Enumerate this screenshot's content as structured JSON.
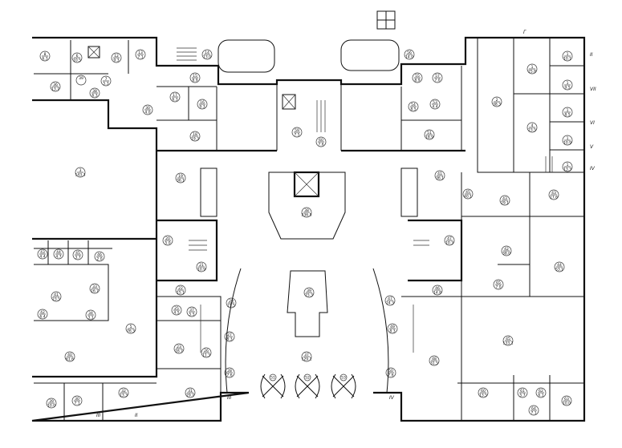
{
  "plan": {
    "axis_labels": [
      "II",
      "VII",
      "VI",
      "V",
      "IV",
      "III",
      "II",
      "Г",
      "III",
      "IV"
    ],
    "doors": [
      "51",
      "52",
      "53"
    ],
    "rooms": [
      {
        "num": "8",
        "area": "6.3"
      },
      {
        "num": "6",
        "area": "10.5"
      },
      {
        "num": "12",
        "area": "9.3"
      },
      {
        "num": "13",
        "area": "7.1"
      },
      {
        "num": "36",
        "area": "13.7"
      },
      {
        "num": "39",
        "area": ""
      },
      {
        "num": "7",
        "area": "5.3"
      },
      {
        "num": "38",
        "area": "6.3"
      },
      {
        "num": "3",
        "area": "143.3"
      },
      {
        "num": "14",
        "area": "13.0"
      },
      {
        "num": "15",
        "area": "8.9"
      },
      {
        "num": "17",
        "area": "6.3"
      },
      {
        "num": "16",
        "area": "9.3"
      },
      {
        "num": "18",
        "area": "19.3"
      },
      {
        "num": "30",
        "area": "4.0"
      },
      {
        "num": "19",
        "area": "36.1"
      },
      {
        "num": "59",
        "area": "7.5"
      },
      {
        "num": "60",
        "area": "7.6"
      },
      {
        "num": "38",
        "area": "236.5"
      },
      {
        "num": "39",
        "area": "15.3"
      },
      {
        "num": "37",
        "area": "129.1"
      },
      {
        "num": "56",
        "area": "14.0"
      },
      {
        "num": "55",
        "area": "8.9"
      },
      {
        "num": "57",
        "area": "7.0"
      },
      {
        "num": "54",
        "area": "8.5"
      },
      {
        "num": "53",
        "area": "4.4"
      },
      {
        "num": "51",
        "area": "18.9"
      },
      {
        "num": "41",
        "area": "36.1"
      },
      {
        "num": "45",
        "area": "40.1"
      },
      {
        "num": "2",
        "area": "38.3"
      },
      {
        "num": "1",
        "area": "25.8"
      },
      {
        "num": "1",
        "area": "10.1"
      },
      {
        "num": "1",
        "area": "9.5"
      },
      {
        "num": "1",
        "area": "8.5"
      },
      {
        "num": "1",
        "area": "10.9"
      },
      {
        "num": "1",
        "area": "13.3"
      },
      {
        "num": "4",
        "area": "23.5"
      },
      {
        "num": "43",
        "area": "29.1"
      },
      {
        "num": "43",
        "area": "17.6"
      },
      {
        "num": "42",
        "area": "38.0"
      },
      {
        "num": "44",
        "area": "53.1"
      },
      {
        "num": "65",
        "area": "7.0"
      },
      {
        "num": "46",
        "area": "14.8"
      },
      {
        "num": "47",
        "area": "10.3"
      },
      {
        "num": "45",
        "area": "133.1"
      },
      {
        "num": "48",
        "area": "31.5"
      },
      {
        "num": "47",
        "area": "24.3"
      },
      {
        "num": "49",
        "area": "8.3"
      },
      {
        "num": "50",
        "area": "7.6"
      },
      {
        "num": "60",
        "area": "13.5"
      },
      {
        "num": "61",
        "area": "5.7"
      },
      {
        "num": "62",
        "area": "6.1"
      },
      {
        "num": "63",
        "area": "10.0"
      },
      {
        "num": "64",
        "area": "7.1"
      },
      {
        "num": "31",
        "area": "29.7"
      },
      {
        "num": "32",
        "area": "13.3"
      },
      {
        "num": "23",
        "area": "16.7"
      },
      {
        "num": "26",
        "area": "11.3"
      },
      {
        "num": "28",
        "area": "7.6"
      },
      {
        "num": "27",
        "area": "8.3"
      },
      {
        "num": "29",
        "area": "21.5"
      },
      {
        "num": "21",
        "area": "10.9"
      },
      {
        "num": "20",
        "area": "5.0"
      },
      {
        "num": "22",
        "area": "15.1"
      },
      {
        "num": "25",
        "area": "4.5"
      },
      {
        "num": "37",
        "area": "5.5"
      },
      {
        "num": "5",
        "area": "76.3"
      },
      {
        "num": "40",
        "area": "61.6"
      },
      {
        "num": "41",
        "area": "23.5"
      },
      {
        "num": "33",
        "area": "16.7"
      },
      {
        "num": "42",
        "area": "6.4"
      },
      {
        "num": "34",
        "area": "3.1"
      },
      {
        "num": "43",
        "area": "4.4"
      },
      {
        "num": "44",
        "area": "4.7"
      },
      {
        "num": "45",
        "area": "3.7"
      },
      {
        "num": "46",
        "area": "2.0"
      },
      {
        "num": "39",
        "area": "10.0"
      },
      {
        "num": "30",
        "area": "7.1"
      }
    ]
  }
}
